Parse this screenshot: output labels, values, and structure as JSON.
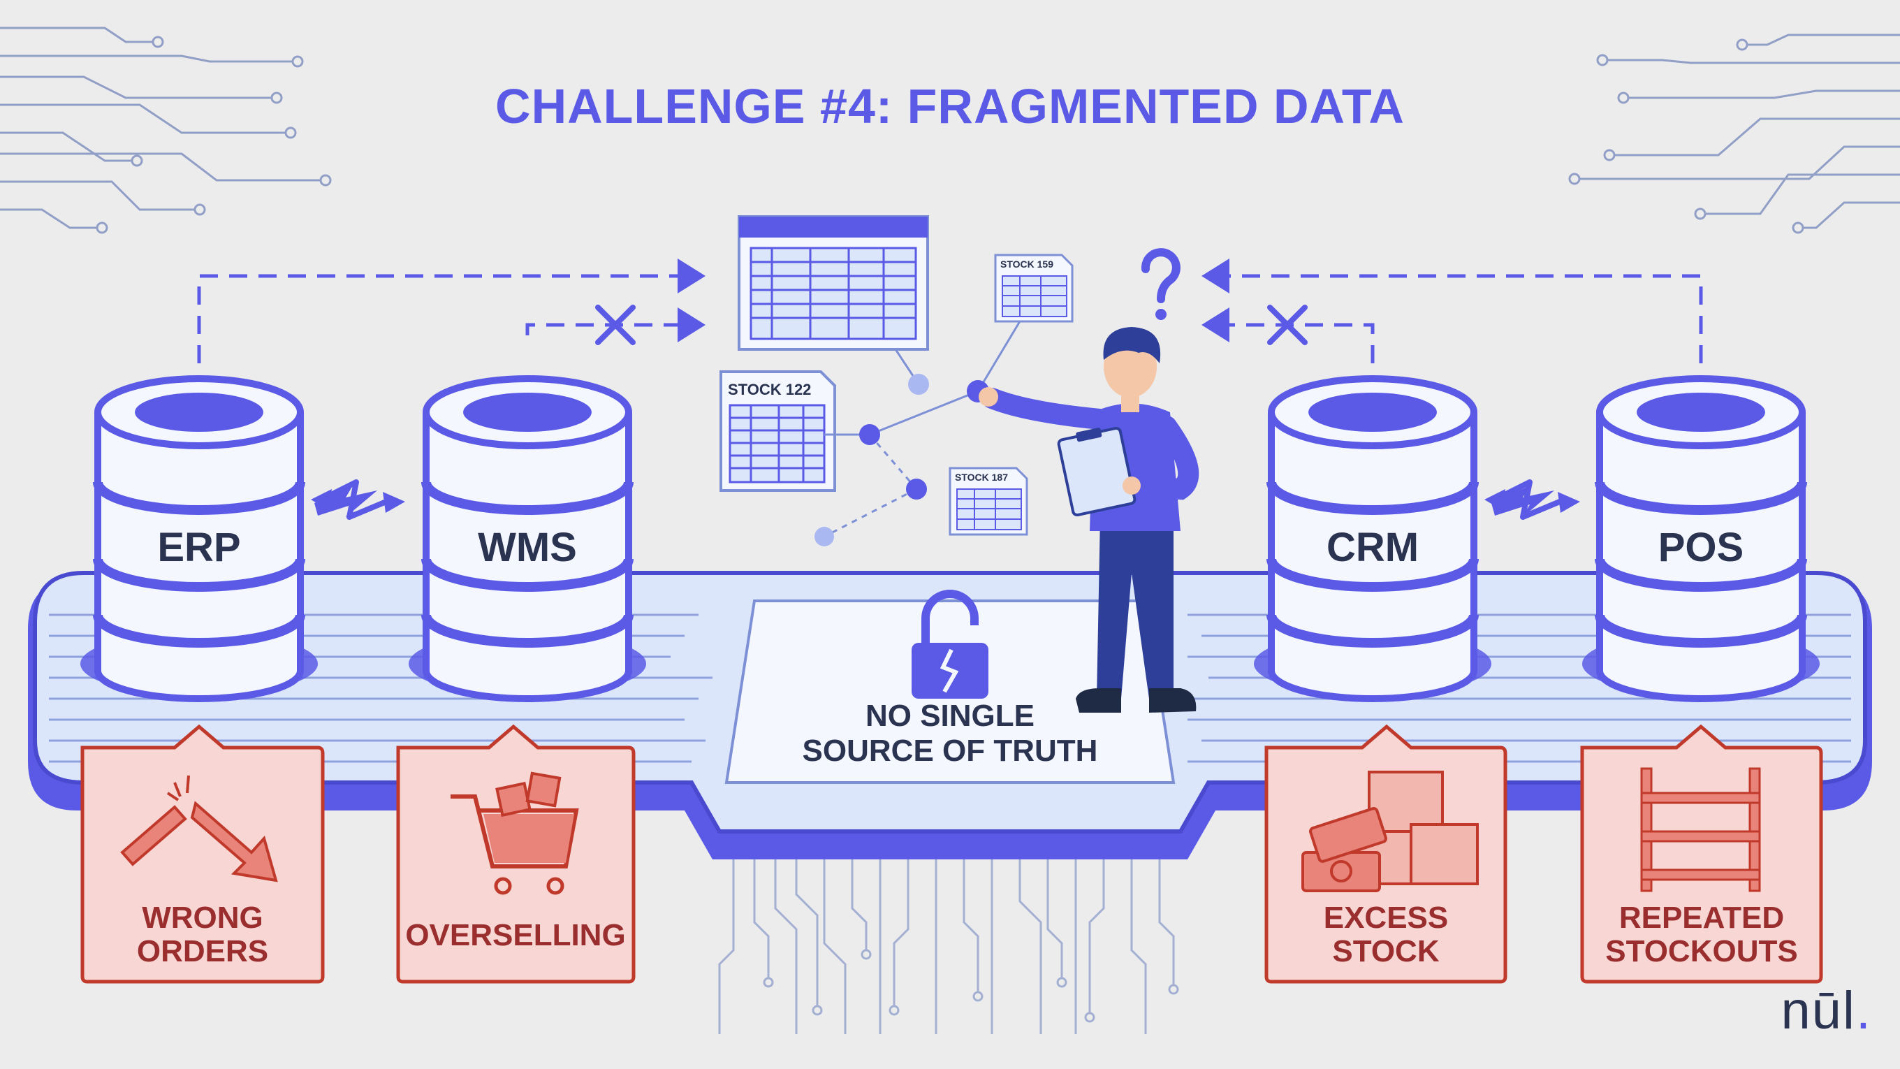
{
  "title": "CHALLENGE #4: FRAGMENTED DATA",
  "systems": {
    "erp": "ERP",
    "wms": "WMS",
    "crm": "CRM",
    "pos": "POS"
  },
  "center": {
    "line1": "NO SINGLE",
    "line2": "SOURCE OF TRUTH"
  },
  "stock_sheets": {
    "a": "STOCK 122",
    "b": "STOCK 159",
    "c": "STOCK 187"
  },
  "problems": {
    "wrong_orders": [
      "WRONG",
      "ORDERS"
    ],
    "overselling": [
      "OVERSELLING"
    ],
    "excess_stock": [
      "EXCESS",
      "STOCK"
    ],
    "repeated_stockouts": [
      "REPEATED",
      "STOCKOUTS"
    ]
  },
  "brand": "nūl",
  "colors": {
    "accent": "#5a5ae6",
    "danger": "#c0392b",
    "problem_bg": "#f7d6d3",
    "text_dark": "#2a3350"
  }
}
